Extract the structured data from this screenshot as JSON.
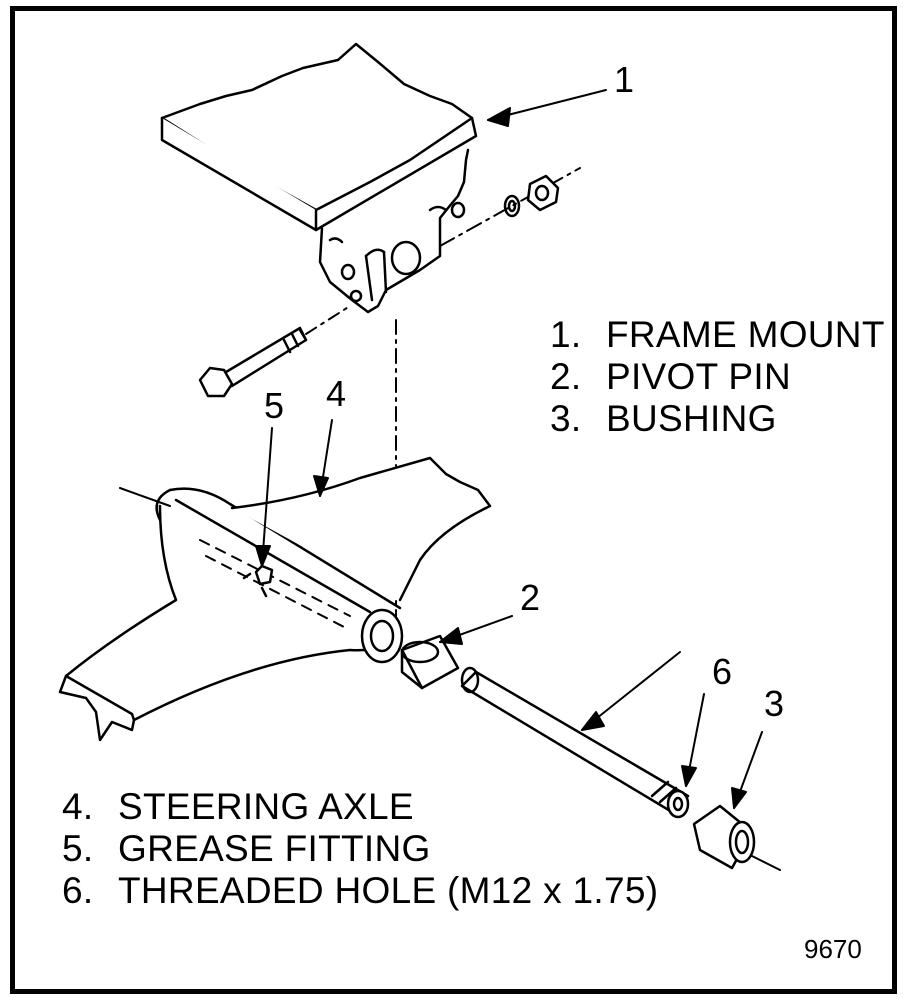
{
  "callouts": [
    {
      "number": "1"
    },
    {
      "number": "2"
    },
    {
      "number": "3"
    },
    {
      "number": "4"
    },
    {
      "number": "5"
    },
    {
      "number": "6"
    }
  ],
  "legend_top": [
    {
      "number": "1.",
      "label": "FRAME MOUNT"
    },
    {
      "number": "2.",
      "label": "PIVOT PIN"
    },
    {
      "number": "3.",
      "label": "BUSHING"
    }
  ],
  "legend_bottom": [
    {
      "number": "4.",
      "label": "STEERING AXLE"
    },
    {
      "number": "5.",
      "label": "GREASE FITTING"
    },
    {
      "number": "6.",
      "label": "THREADED HOLE (M12 x 1.75)"
    }
  ],
  "figure_number": "9670"
}
